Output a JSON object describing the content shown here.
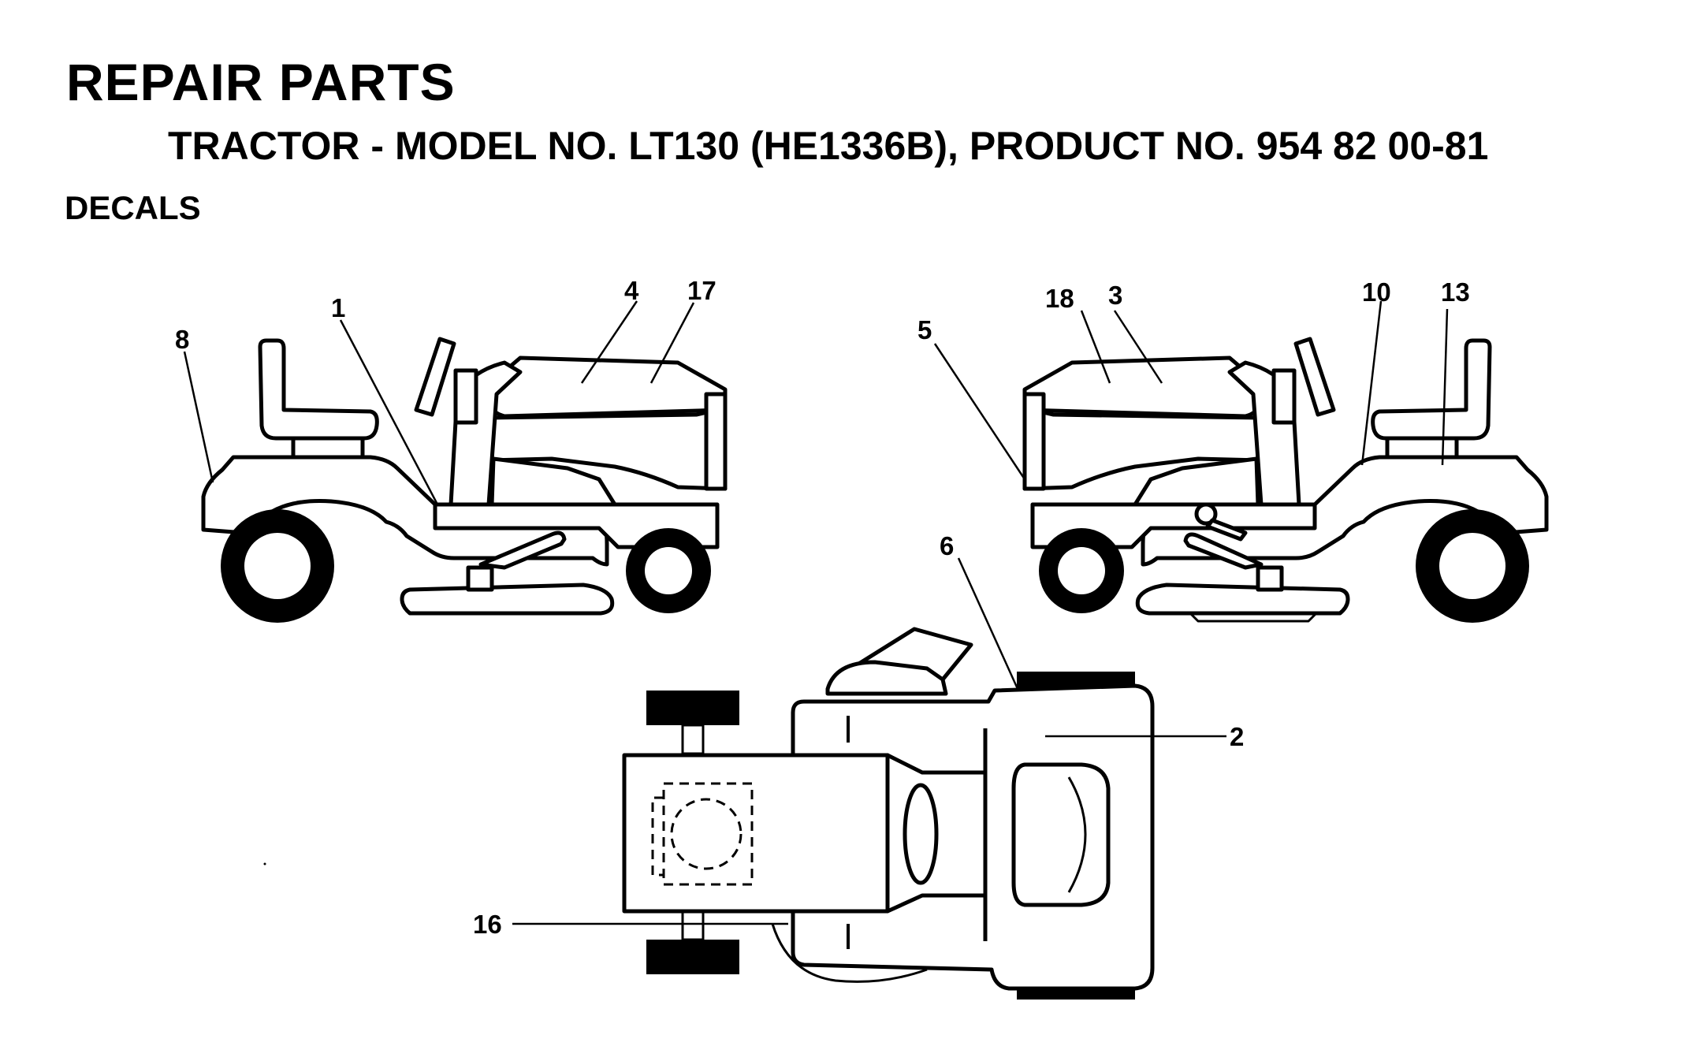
{
  "header": {
    "title": "REPAIR PARTS",
    "subtitle": "TRACTOR - MODEL NO. LT130 (HE1336B), PRODUCT NO. 954 82 00-81",
    "section": "DECALS"
  },
  "callouts": {
    "c1": "1",
    "c2": "2",
    "c3": "3",
    "c4": "4",
    "c5": "5",
    "c6": "6",
    "c8": "8",
    "c10": "10",
    "c13": "13",
    "c16": "16",
    "c17": "17",
    "c18": "18"
  }
}
